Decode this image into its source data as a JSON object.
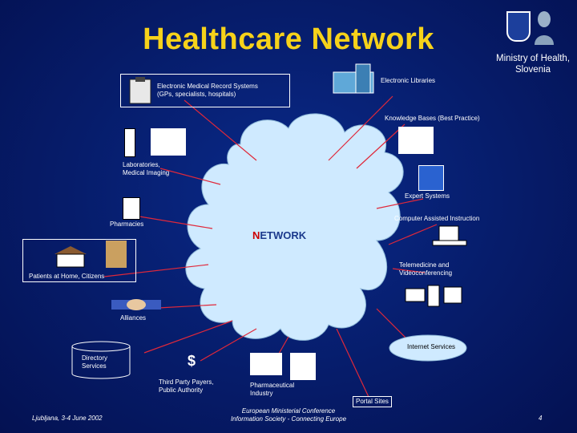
{
  "title": "Healthcare Network",
  "ministry": {
    "line1": "Ministry of Health,",
    "line2": "Slovenia"
  },
  "center": {
    "first_letter": "N",
    "rest": "ETWORK"
  },
  "nodes": {
    "emr": {
      "line1": "Electronic Medical Record Systems",
      "line2": "(GPs, specialists, hospitals)"
    },
    "libraries": "Electronic Libraries",
    "knowledge": "Knowledge Bases (Best Practice)",
    "labs": {
      "line1": "Laboratories,",
      "line2": "Medical Imaging"
    },
    "expert": "Expert Systems",
    "cai": "Computer Assisted Instruction",
    "pharmacies": "Pharmacies",
    "telemed": {
      "line1": "Telemedicine and",
      "line2": "Videoconferencing"
    },
    "patients": "Patients at Home, Citizens",
    "alliances": "Alliances",
    "internet": "Internet Services",
    "directory": {
      "line1": "Directory",
      "line2": "Services"
    },
    "third_party": {
      "line1": "Third Party Payers,",
      "line2": "Public Authority",
      "symbol": "$"
    },
    "pharma": {
      "line1": "Pharmaceutical",
      "line2": "Industry"
    },
    "portal": "Portal Sites"
  },
  "footer": {
    "left": "Ljubljana, 3-4 June 2002",
    "center1": "European Ministerial Conference",
    "center2": "Information Society - Connecting Europe",
    "page": "4"
  },
  "colors": {
    "title": "#f6d21a",
    "lines": "#e0283a",
    "cloud": "#cfeaff",
    "network_first": "#cc0000"
  }
}
